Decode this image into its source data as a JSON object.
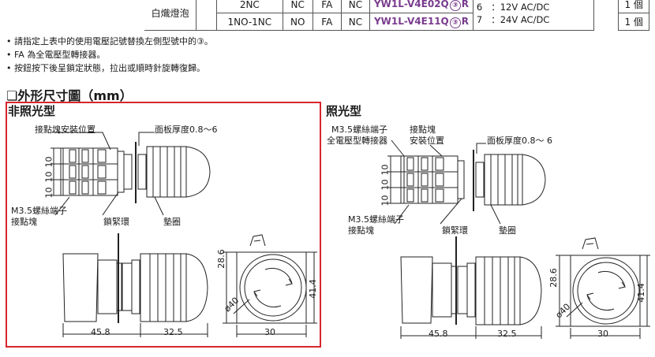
{
  "table": {
    "row1": {
      "type": "白熾燈泡",
      "contact": "2NC",
      "c1": "NC",
      "c2": "FA",
      "c3": "NC",
      "model": "YW1L-V4E02Q",
      "model_sym": "③",
      "model_suffix": "R",
      "code": "6",
      "voltage": "：12V AC/DC",
      "qty": "1 個"
    },
    "row2": {
      "contact": "1NO-1NC",
      "c1": "NO",
      "c2": "FA",
      "c3": "NC",
      "model": "YW1L-V4E11Q",
      "model_sym": "③",
      "model_suffix": "R",
      "code": "7",
      "voltage": "：24V AC/DC",
      "qty": "1 個"
    }
  },
  "notes": [
    "• 請指定上表中的使用電壓記號替換左側型號中的③。",
    "• FA 為全電壓型轉接器。",
    "• 按鈕按下後呈鎖定狀態，拉出或順時針旋轉復歸。"
  ],
  "section_title": "❏外形尺寸圖（mm）",
  "left": {
    "title": "非照光型",
    "label_block_pos": "接點塊安裝位置",
    "label_panel": "面板厚度0.8～6",
    "label_terminal": "M3.5螺絲端子",
    "label_block": "接點塊",
    "label_nut": "鎖緊環",
    "label_washer": "墊圈",
    "dim_10a": "10",
    "dim_10b": "10",
    "dim_10c": "10",
    "dim_458": "45.8",
    "dim_325": "32.5",
    "dim_286": "28.6",
    "dim_414": "41.4",
    "dim_40": "ø40",
    "dim_30": "30"
  },
  "right": {
    "title": "照光型",
    "label_terminal": "M3.5螺絲端子",
    "label_adapter": "全電壓型轉接器",
    "label_block_pos1": "接點塊",
    "label_block_pos2": "安裝位置",
    "label_panel": "面板厚度0.8～ 6",
    "label_terminal2": "M3.5螺絲端子",
    "label_block": "接點塊",
    "label_nut": "鎖緊環",
    "label_washer": "墊圈",
    "dim_10a": "10",
    "dim_10b": "10",
    "dim_10c": "10",
    "dim_458": "45.8",
    "dim_325": "32.5",
    "dim_286": "28.6",
    "dim_414": "41.4",
    "dim_40": "ø40",
    "dim_30": "30"
  }
}
